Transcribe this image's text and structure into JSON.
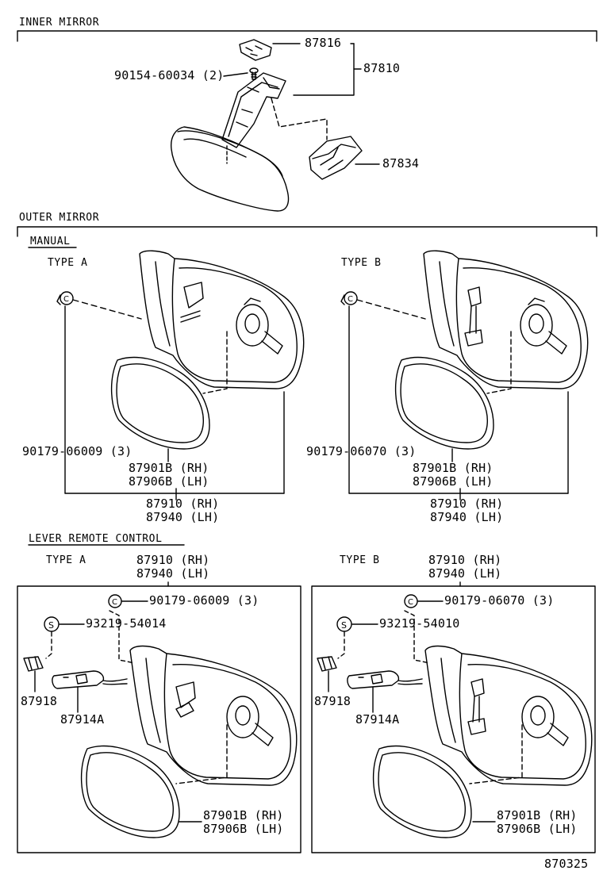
{
  "sections": {
    "inner_mirror": "INNER MIRROR",
    "outer_mirror": "OUTER MIRROR",
    "manual": "MANUAL",
    "lever_remote_control": "LEVER REMOTE CONTROL"
  },
  "types": {
    "manual_a": "TYPE A",
    "manual_b": "TYPE B",
    "lever_a": "TYPE A",
    "lever_b": "TYPE B"
  },
  "inner": {
    "p87816": "87816",
    "p87810": "87810",
    "p90154": "90154-60034 (2)",
    "p87834": "87834"
  },
  "manual_a": {
    "screw": "90179-06009 (3)",
    "glass_rh": "87901B (RH)",
    "glass_lh": "87906B (LH)",
    "assy_rh": "87910 (RH)",
    "assy_lh": "87940 (LH)"
  },
  "manual_b": {
    "screw": "90179-06070 (3)",
    "glass_rh": "87901B (RH)",
    "glass_lh": "87906B (LH)",
    "assy_rh": "87910 (RH)",
    "assy_lh": "87940 (LH)"
  },
  "lever_a": {
    "assy_rh": "87910 (RH)",
    "assy_lh": "87940 (LH)",
    "screw": "90179-06009 (3)",
    "snap": "93219-54014",
    "knob": "87918",
    "lever": "87914A",
    "glass_rh": "87901B (RH)",
    "glass_lh": "87906B (LH)"
  },
  "lever_b": {
    "assy_rh": "87910 (RH)",
    "assy_lh": "87940 (LH)",
    "screw": "90179-06070 (3)",
    "snap": "93219-54010",
    "knob": "87918",
    "lever": "87914A",
    "glass_rh": "87901B (RH)",
    "glass_lh": "87906B (LH)"
  },
  "footer": {
    "figure_number": "870325"
  }
}
